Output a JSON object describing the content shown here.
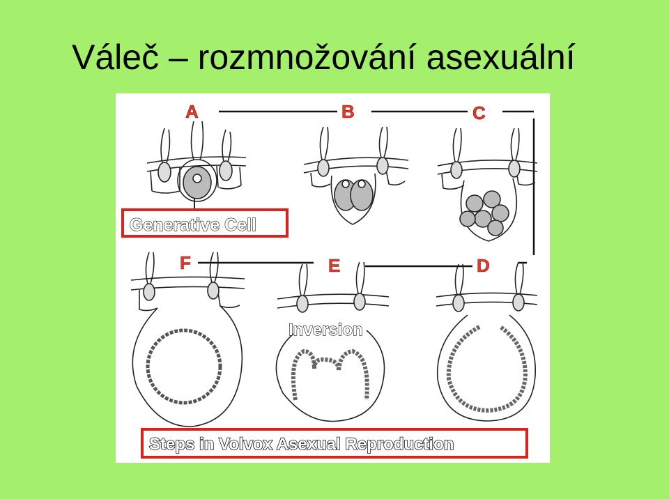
{
  "title": "Váleč – rozmnožování asexuální",
  "figure": {
    "steps": [
      {
        "letter": "A"
      },
      {
        "letter": "B"
      },
      {
        "letter": "C"
      },
      {
        "letter": "D"
      },
      {
        "letter": "E"
      },
      {
        "letter": "F"
      }
    ],
    "callout_generative": "Generative Cell",
    "callout_inversion": "Inversion",
    "caption": "Steps in Volvox Asexual Reproduction",
    "colors": {
      "slide_background": "#a4ef6c",
      "letter_red": "#e23a2a",
      "callout_border": "#d9231d",
      "ink": "#222222"
    }
  }
}
